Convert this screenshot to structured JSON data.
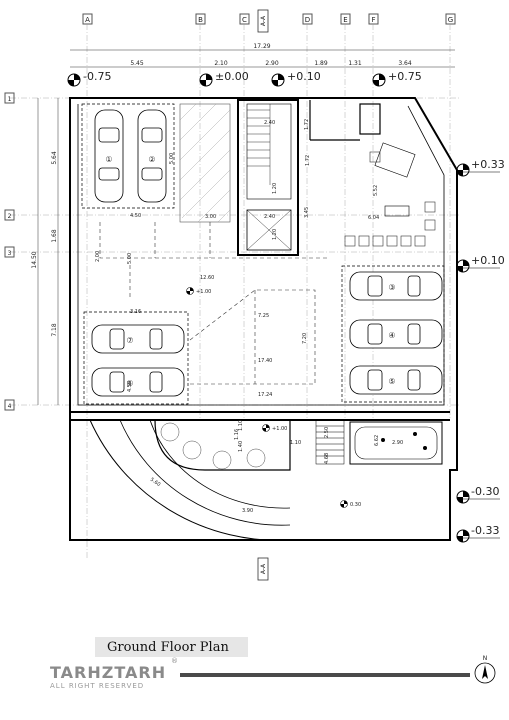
{
  "title": "Ground Floor Plan",
  "brand": {
    "name": "TARHZTARH",
    "registered": "®",
    "tagline": "ALL RIGHT RESERVED"
  },
  "north_label": "N",
  "grid_columns": [
    "A",
    "B",
    "C",
    "D",
    "E",
    "F",
    "G"
  ],
  "grid_rows": [
    "1",
    "2",
    "3",
    "4"
  ],
  "section_marks": [
    "A-A",
    "A-A"
  ],
  "overall_width": "17.29",
  "top_dims": [
    "5.45",
    "2.10",
    "2.90",
    "1.89",
    "1.31",
    "3.64"
  ],
  "left_dims": [
    "5.64",
    "1.68",
    "7.18"
  ],
  "left_overall": "14.50",
  "levels": [
    "-0.75",
    "±0.00",
    "+0.10",
    "+0.75",
    "+0.33",
    "+0.10",
    "-0.30",
    "-0.33"
  ],
  "level_tags": [
    "+1.00",
    "+1.00",
    "0.30"
  ],
  "parking_numbers": [
    "①",
    "②",
    "③",
    "④",
    "⑤",
    "⑥",
    "⑦"
  ],
  "interior_dims": [
    "2.40",
    "1.20",
    "5.00",
    "5.00",
    "4.50",
    "3.00",
    "12.60",
    "3.16",
    "2.40",
    "1.20",
    "1.72",
    "3.45",
    "5.52",
    "6.04",
    "7.25",
    "7.20",
    "17.40",
    "17.24",
    "2.00",
    "4.50",
    "1.10",
    "1.40",
    "1.16",
    "1.10",
    "2.50",
    "4.68",
    "6.62",
    "2.90",
    "5.60",
    "3.90"
  ]
}
